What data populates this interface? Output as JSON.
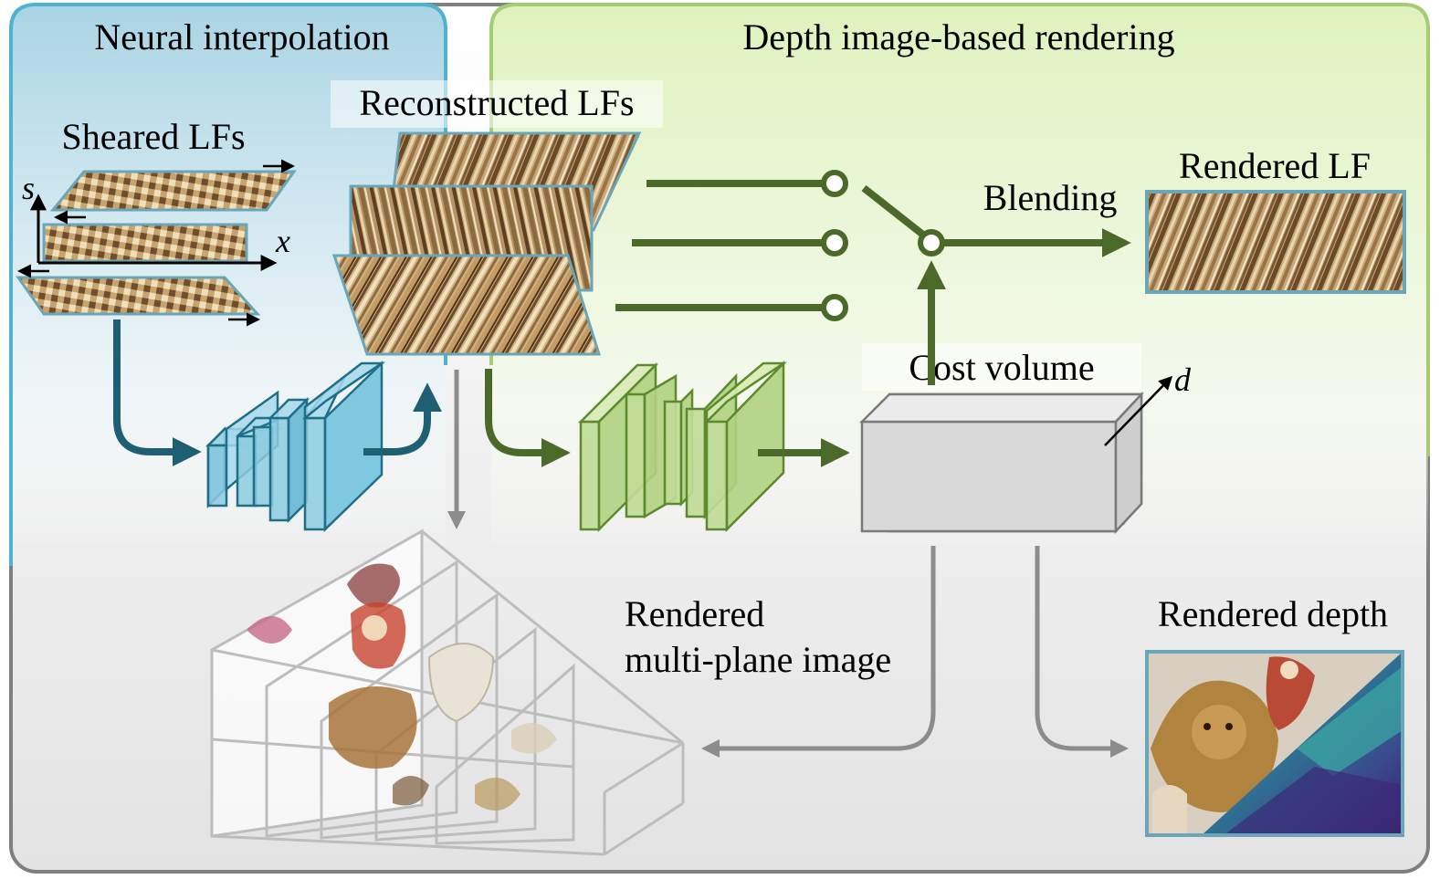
{
  "sections": {
    "left_title": "Neural interpolation",
    "right_title": "Depth image-based rendering"
  },
  "labels": {
    "sheared": "Sheared LFs",
    "reconstructed": "Reconstructed LFs",
    "rendered_lf": "Rendered LF",
    "blending": "Blending",
    "cost_volume": "Cost volume",
    "rendered_mpi_line1": "Rendered",
    "rendered_mpi_line2": "multi-plane image",
    "rendered_depth": "Rendered depth"
  },
  "axes": {
    "s": "s",
    "x": "x",
    "d": "d"
  },
  "colors": {
    "neural_panel": "#a9d4e4",
    "neural_border": "#4fb3cf",
    "dibr_panel": "#def2bd",
    "dibr_border": "#a6cc73",
    "outer_border": "#7f7f7f",
    "blue_arrow": "#1f5f73",
    "green_arrow": "#4b6a2a",
    "gray_arrow": "#8c8c8c",
    "blue_block": "#8ccbe0",
    "green_block": "#c0db96"
  }
}
